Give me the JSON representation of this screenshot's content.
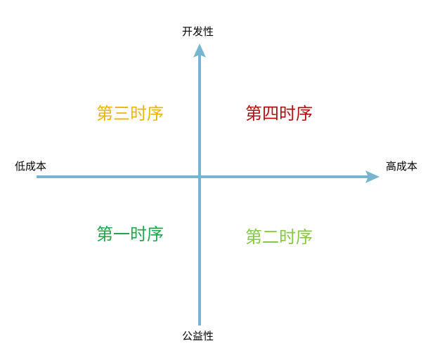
{
  "axes": {
    "top": "开发性",
    "bottom": "公益性",
    "left": "低成本",
    "right": "高成本",
    "color": "#76b5cf"
  },
  "quadrants": {
    "top_left": {
      "label": "第三时序",
      "color": "#f0b400"
    },
    "top_right": {
      "label": "第四时序",
      "color": "#b01010"
    },
    "bottom_left": {
      "label": "第一时序",
      "color": "#1aa84a"
    },
    "bottom_right": {
      "label": "第二时序",
      "color": "#86c840"
    }
  }
}
